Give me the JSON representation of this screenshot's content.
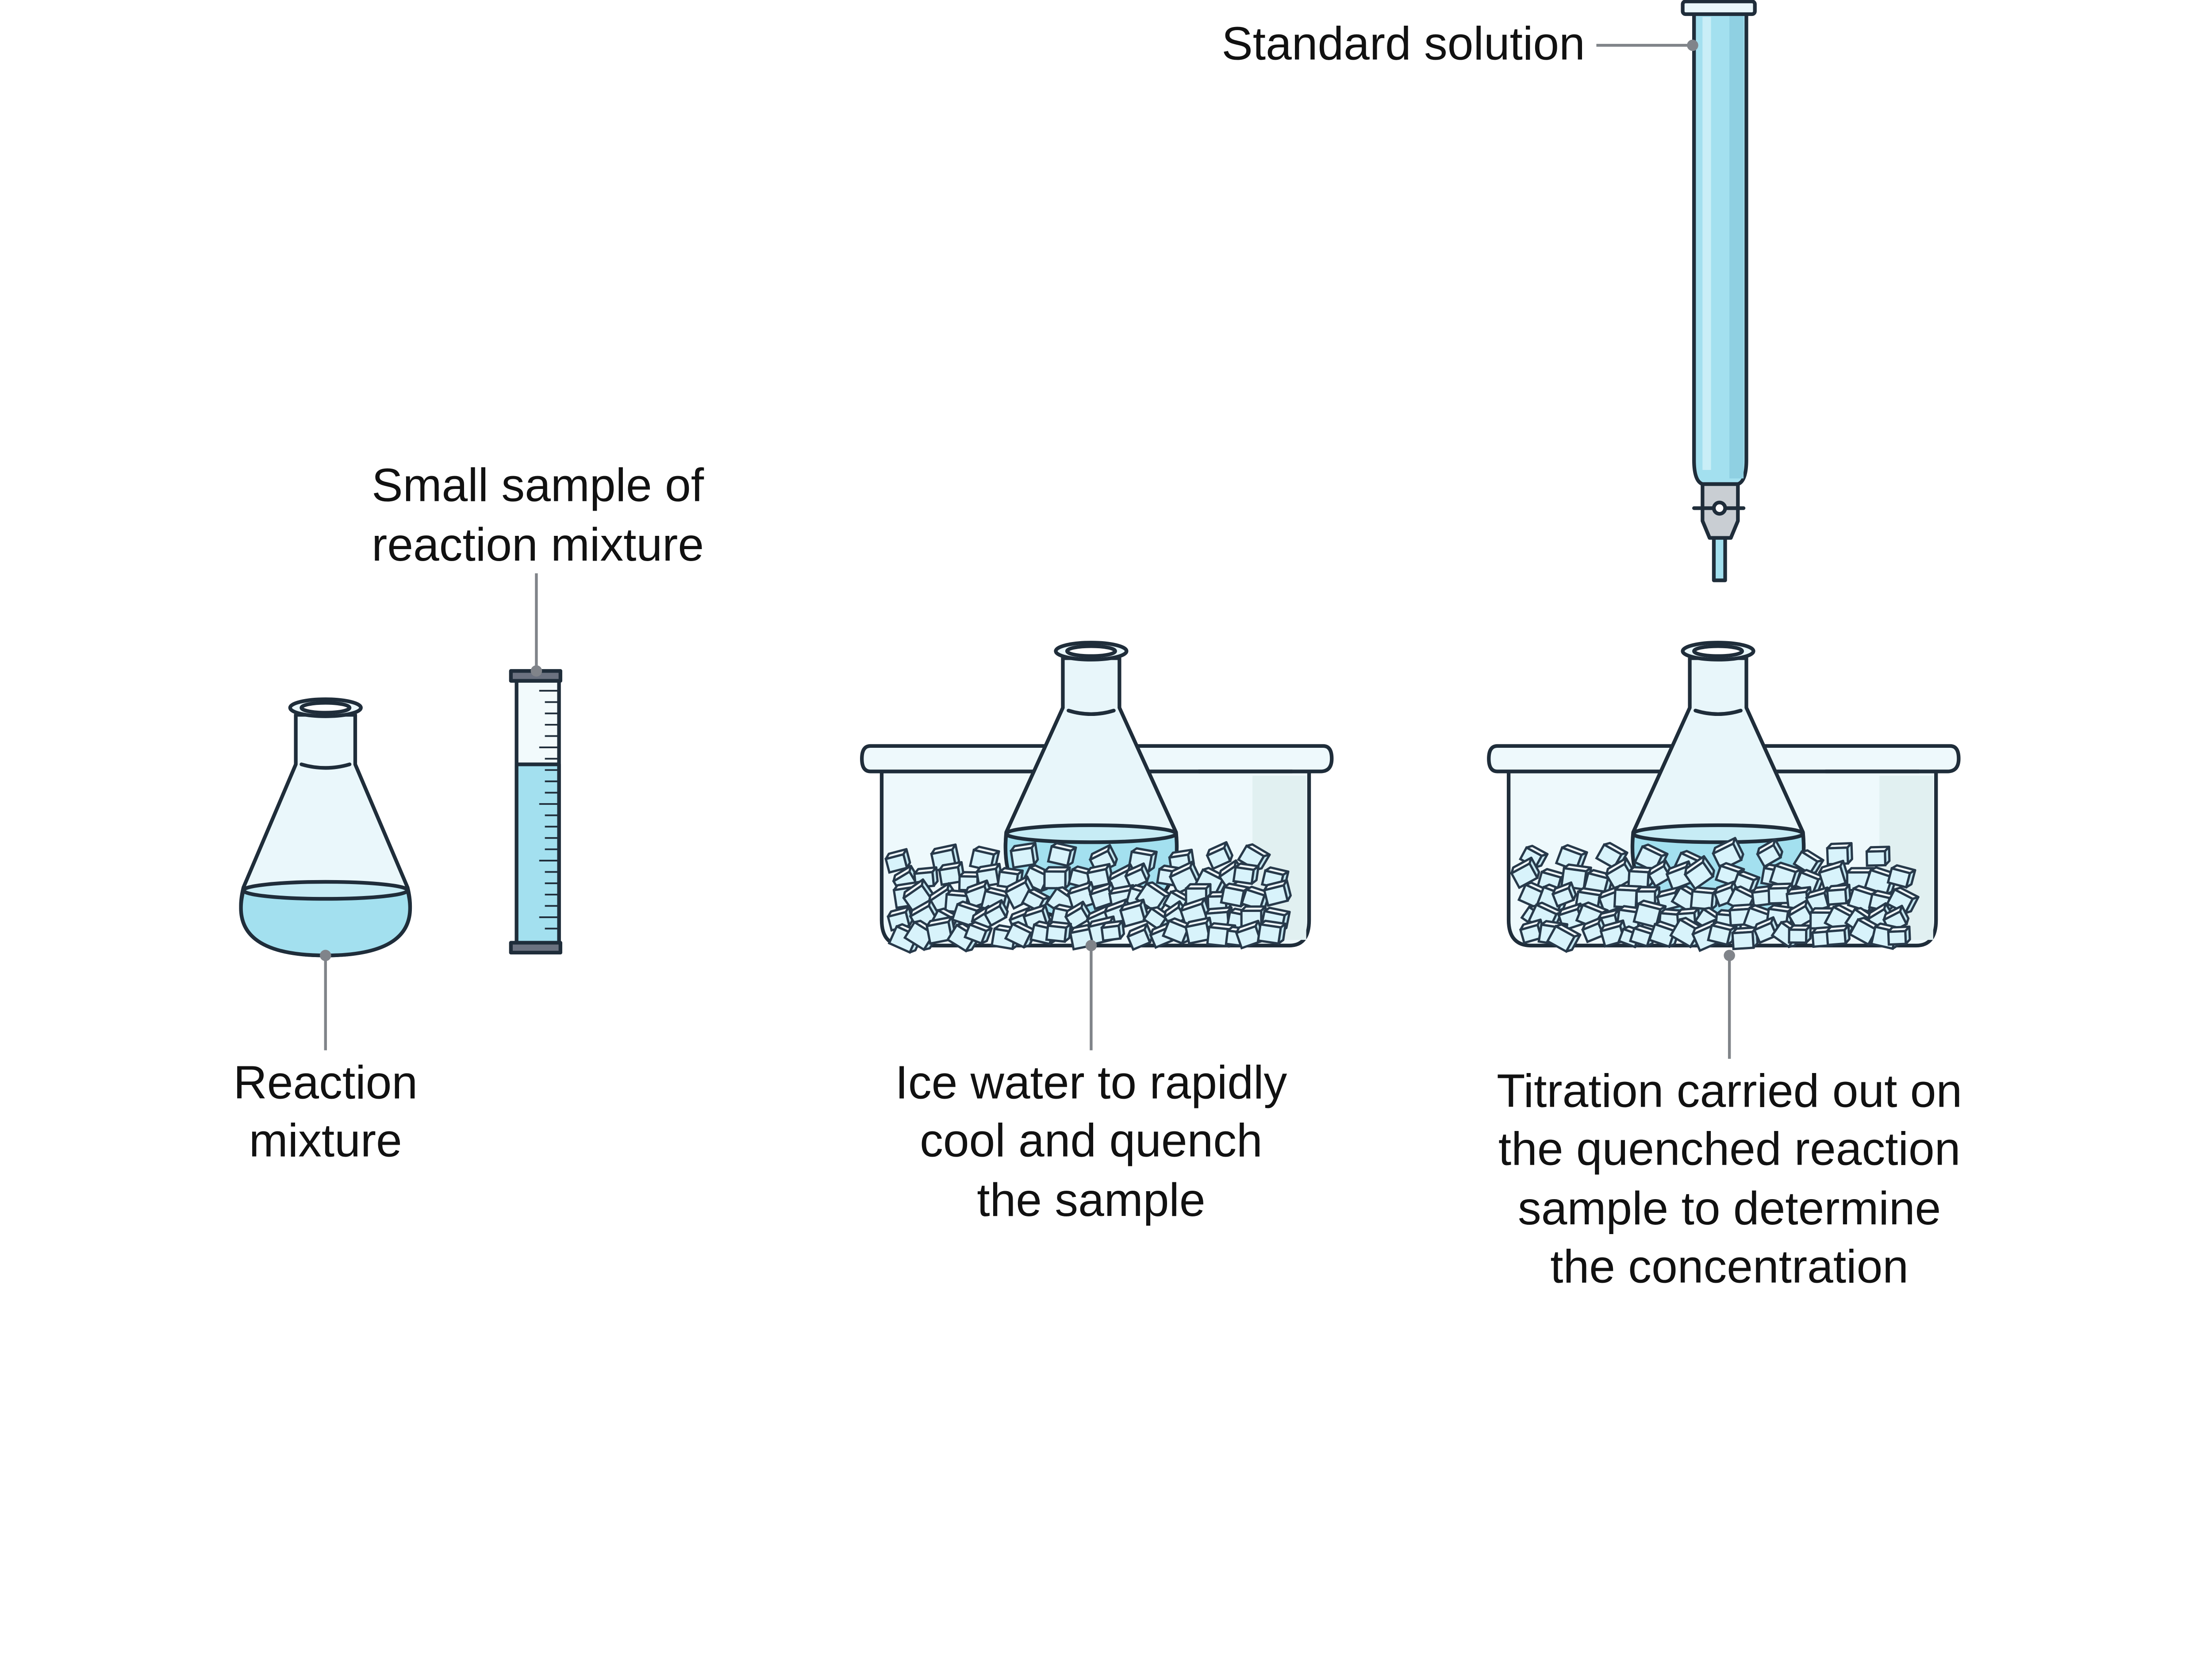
{
  "labels": {
    "standard_solution": "Standard solution",
    "small_sample": [
      "Small sample of",
      "reaction mixture"
    ],
    "reaction_mixture": [
      "Reaction",
      "mixture"
    ],
    "ice_water": [
      "Ice water to rapidly",
      "cool and quench",
      "the sample"
    ],
    "titration": [
      "Titration carried out on",
      "the quenched reaction",
      "sample to determine",
      "the concentration"
    ]
  },
  "colors": {
    "liquid": "#a3e0ef",
    "glass": "#eaf7fb",
    "bath": "#eef9fc",
    "ice": "#d8f3fb",
    "outline": "#1f2d3a",
    "leader": "#808489"
  }
}
